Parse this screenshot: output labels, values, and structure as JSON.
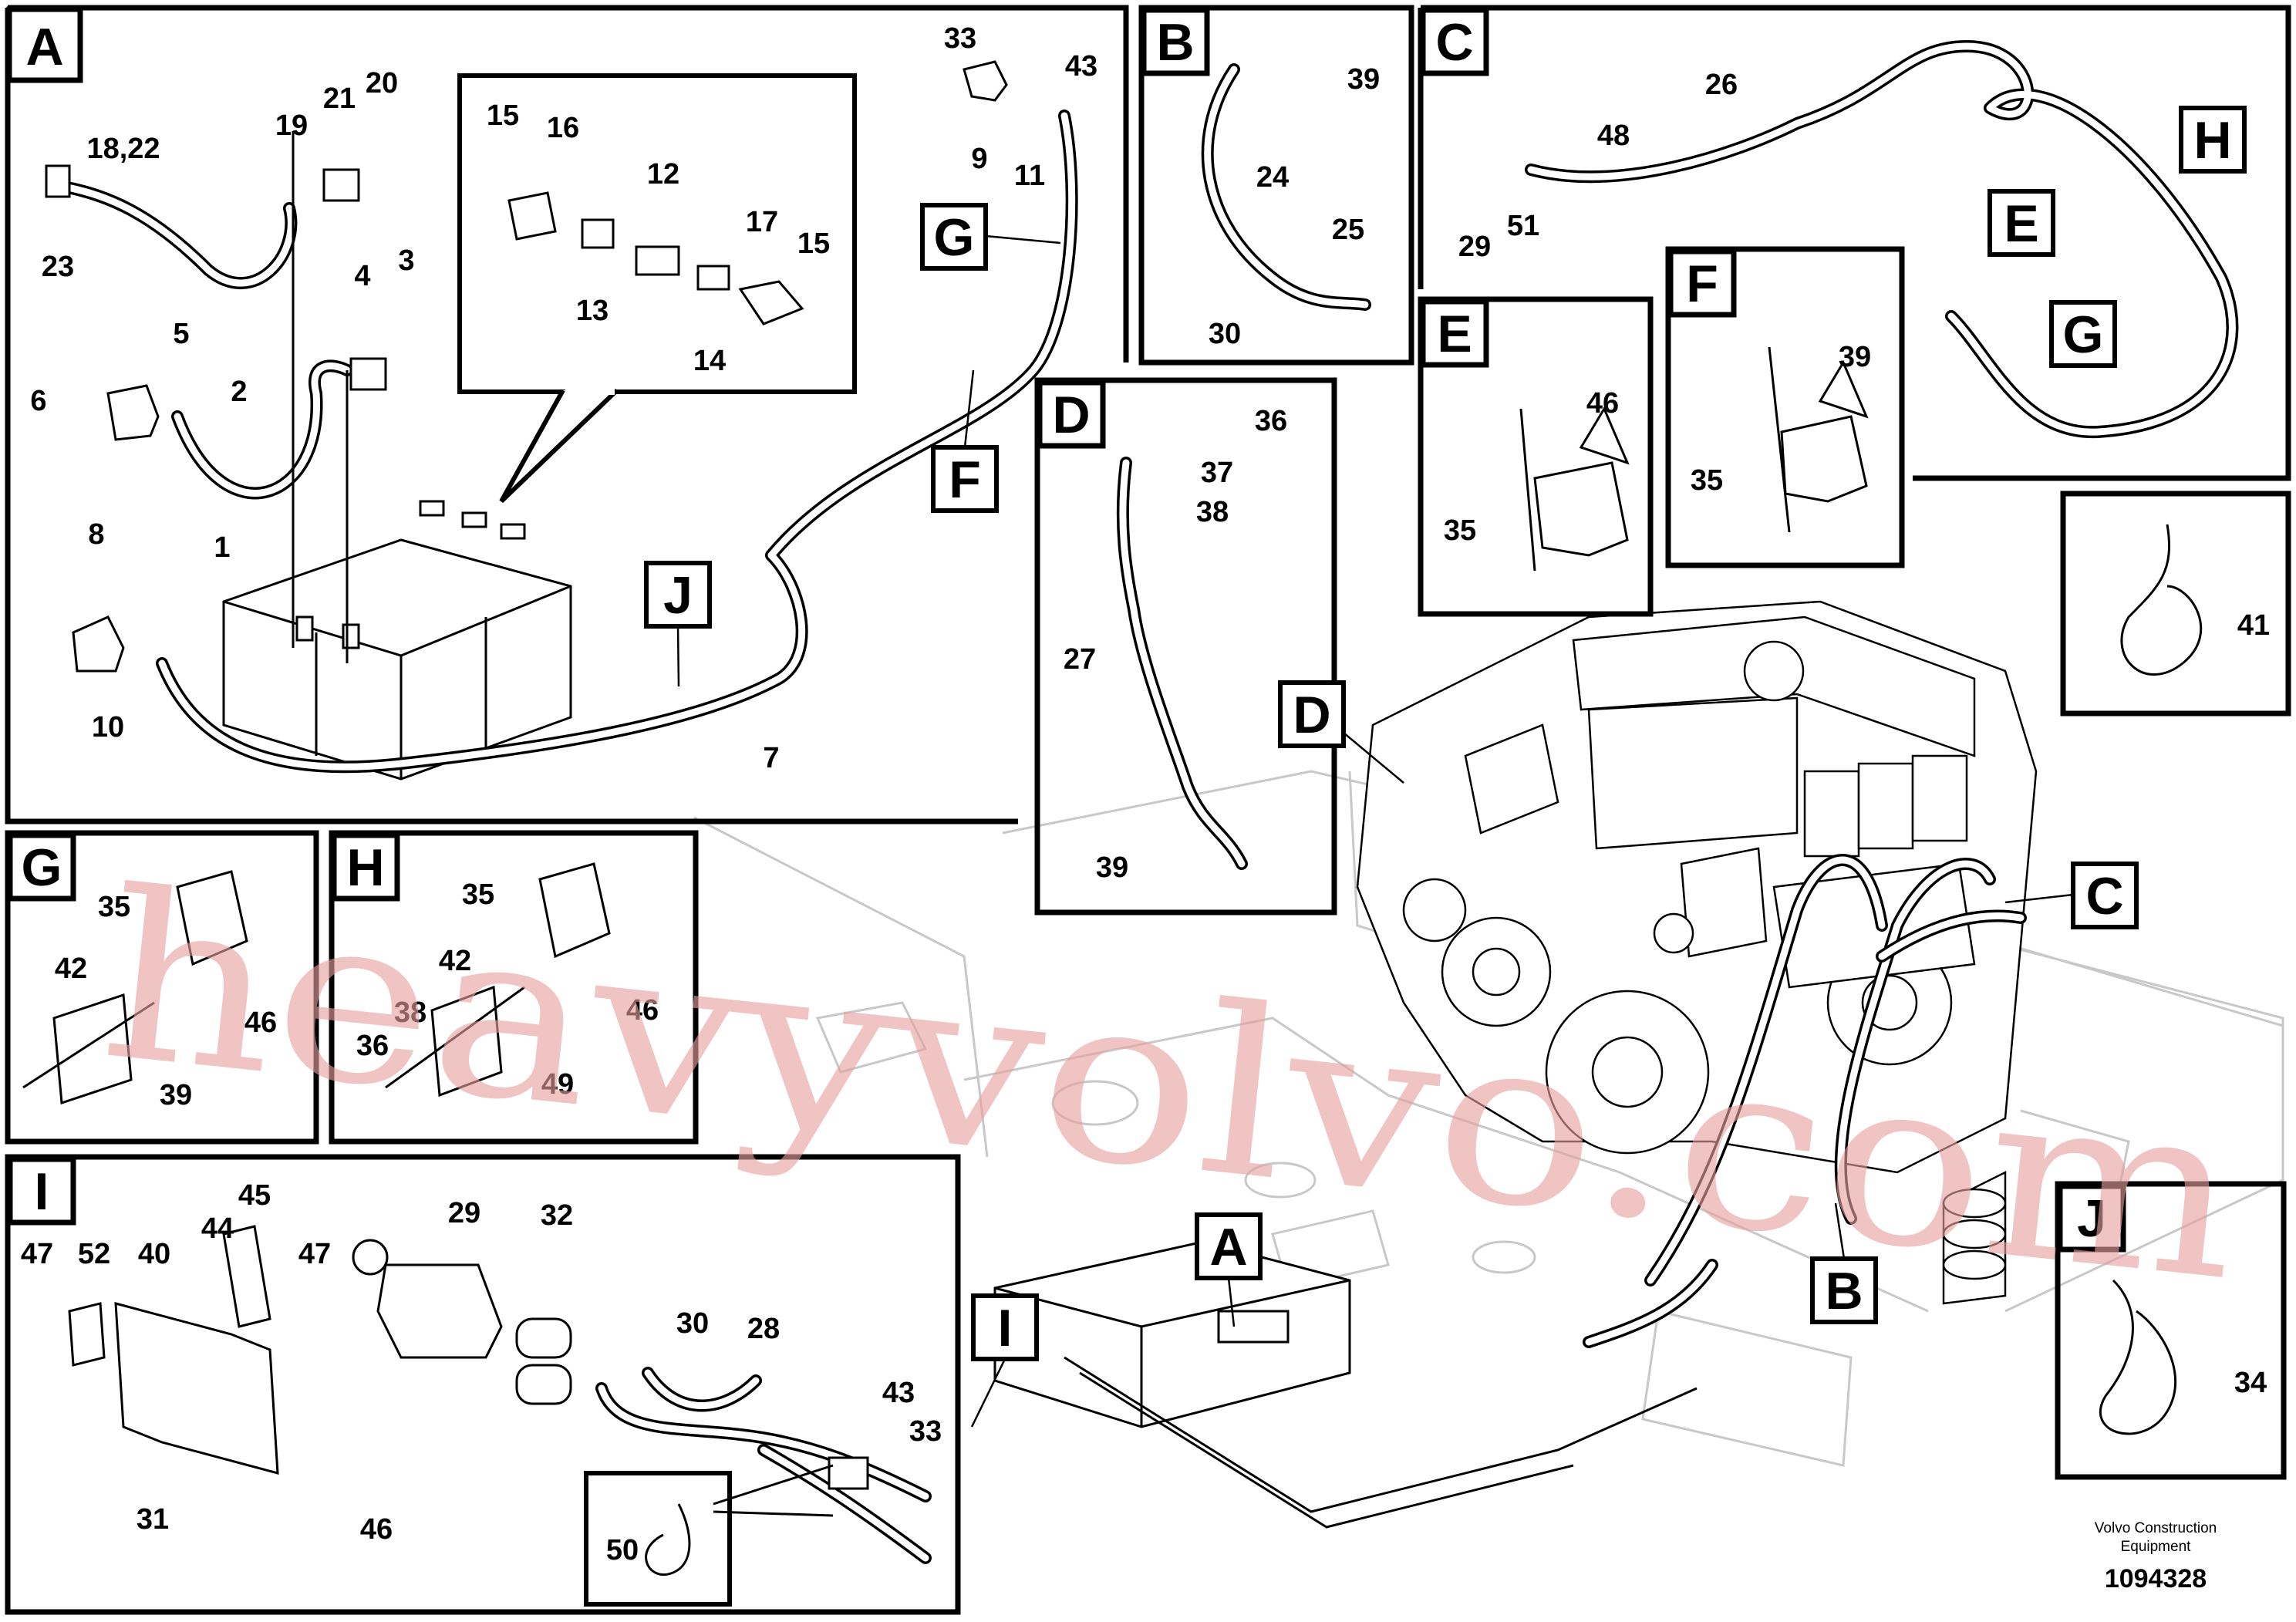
{
  "panels": {
    "A": "A",
    "B": "B",
    "C": "C",
    "D": "D",
    "E": "E",
    "F": "F",
    "G": "G",
    "H": "H",
    "I": "I",
    "J": "J"
  },
  "callouts": {
    "A": "A",
    "B": "B",
    "C": "C",
    "D": "D",
    "E": "E",
    "F": "F",
    "G": "G",
    "H": "H",
    "I": "I",
    "J": "J"
  },
  "labels": {
    "a_18_22": "18,22",
    "a_19": "19",
    "a_21": "21",
    "a_20": "20",
    "a_23": "23",
    "a_4": "4",
    "a_3": "3",
    "a_5": "5",
    "a_2": "2",
    "a_6": "6",
    "a_1": "1",
    "a_8": "8",
    "a_10": "10",
    "a_7": "7",
    "a_15a": "15",
    "a_16": "16",
    "a_12": "12",
    "a_17": "17",
    "a_15b": "15",
    "a_13": "13",
    "a_14": "14",
    "a_33": "33",
    "a_43": "43",
    "a_9": "9",
    "a_11": "11",
    "b_39": "39",
    "b_24": "24",
    "b_25": "25",
    "b_30": "30",
    "c_26": "26",
    "c_48": "48",
    "c_29": "29",
    "c_51": "51",
    "d_36": "36",
    "d_37": "37",
    "d_38": "38",
    "d_27": "27",
    "d_39": "39",
    "e_46": "46",
    "e_35": "35",
    "f_39": "39",
    "f_35": "35",
    "k_41": "41",
    "g_35": "35",
    "g_42": "42",
    "g_46": "46",
    "g_39": "39",
    "h_35": "35",
    "h_42": "42",
    "h_38": "38",
    "h_46": "46",
    "h_36": "36",
    "h_49": "49",
    "i_47a": "47",
    "i_52": "52",
    "i_40": "40",
    "i_44": "44",
    "i_45": "45",
    "i_47b": "47",
    "i_29": "29",
    "i_32": "32",
    "i_30": "30",
    "i_28": "28",
    "i_43": "43",
    "i_33": "33",
    "i_31": "31",
    "i_46": "46",
    "i_50": "50",
    "j_34": "34"
  },
  "footer": {
    "company_line1": "Volvo Construction",
    "company_line2": "Equipment",
    "code": "1094328"
  },
  "watermark": "heavyvolvo.com"
}
